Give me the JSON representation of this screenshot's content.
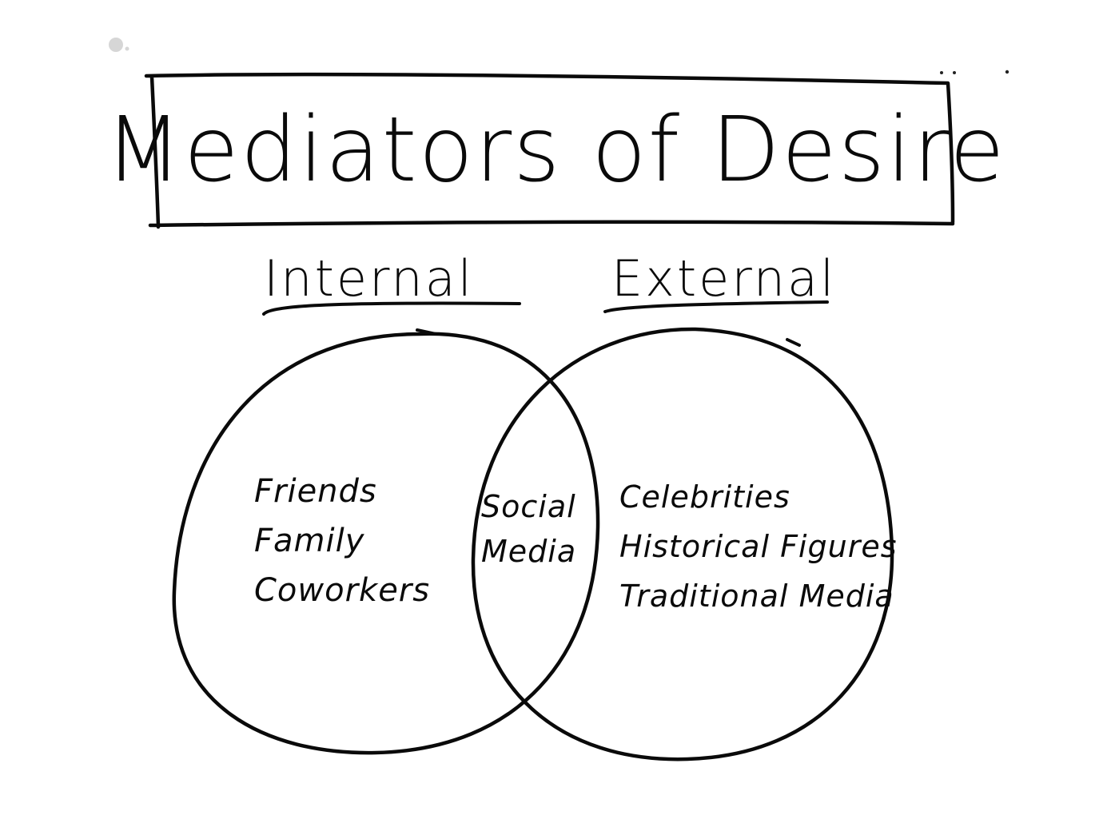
{
  "title": "Mediators of Desire",
  "sets": [
    {
      "label": "Internal",
      "items": [
        "Friends",
        "Family",
        "Coworkers"
      ]
    },
    {
      "label": "External",
      "items": [
        "Celebrities",
        "Historical Figures",
        "Traditional Media"
      ]
    }
  ],
  "overlap": {
    "items": [
      "Social",
      "Media"
    ]
  },
  "colors": {
    "ink": "#0a0a0a",
    "background": "#ffffff",
    "stray_dot": "#cfcfcf"
  }
}
